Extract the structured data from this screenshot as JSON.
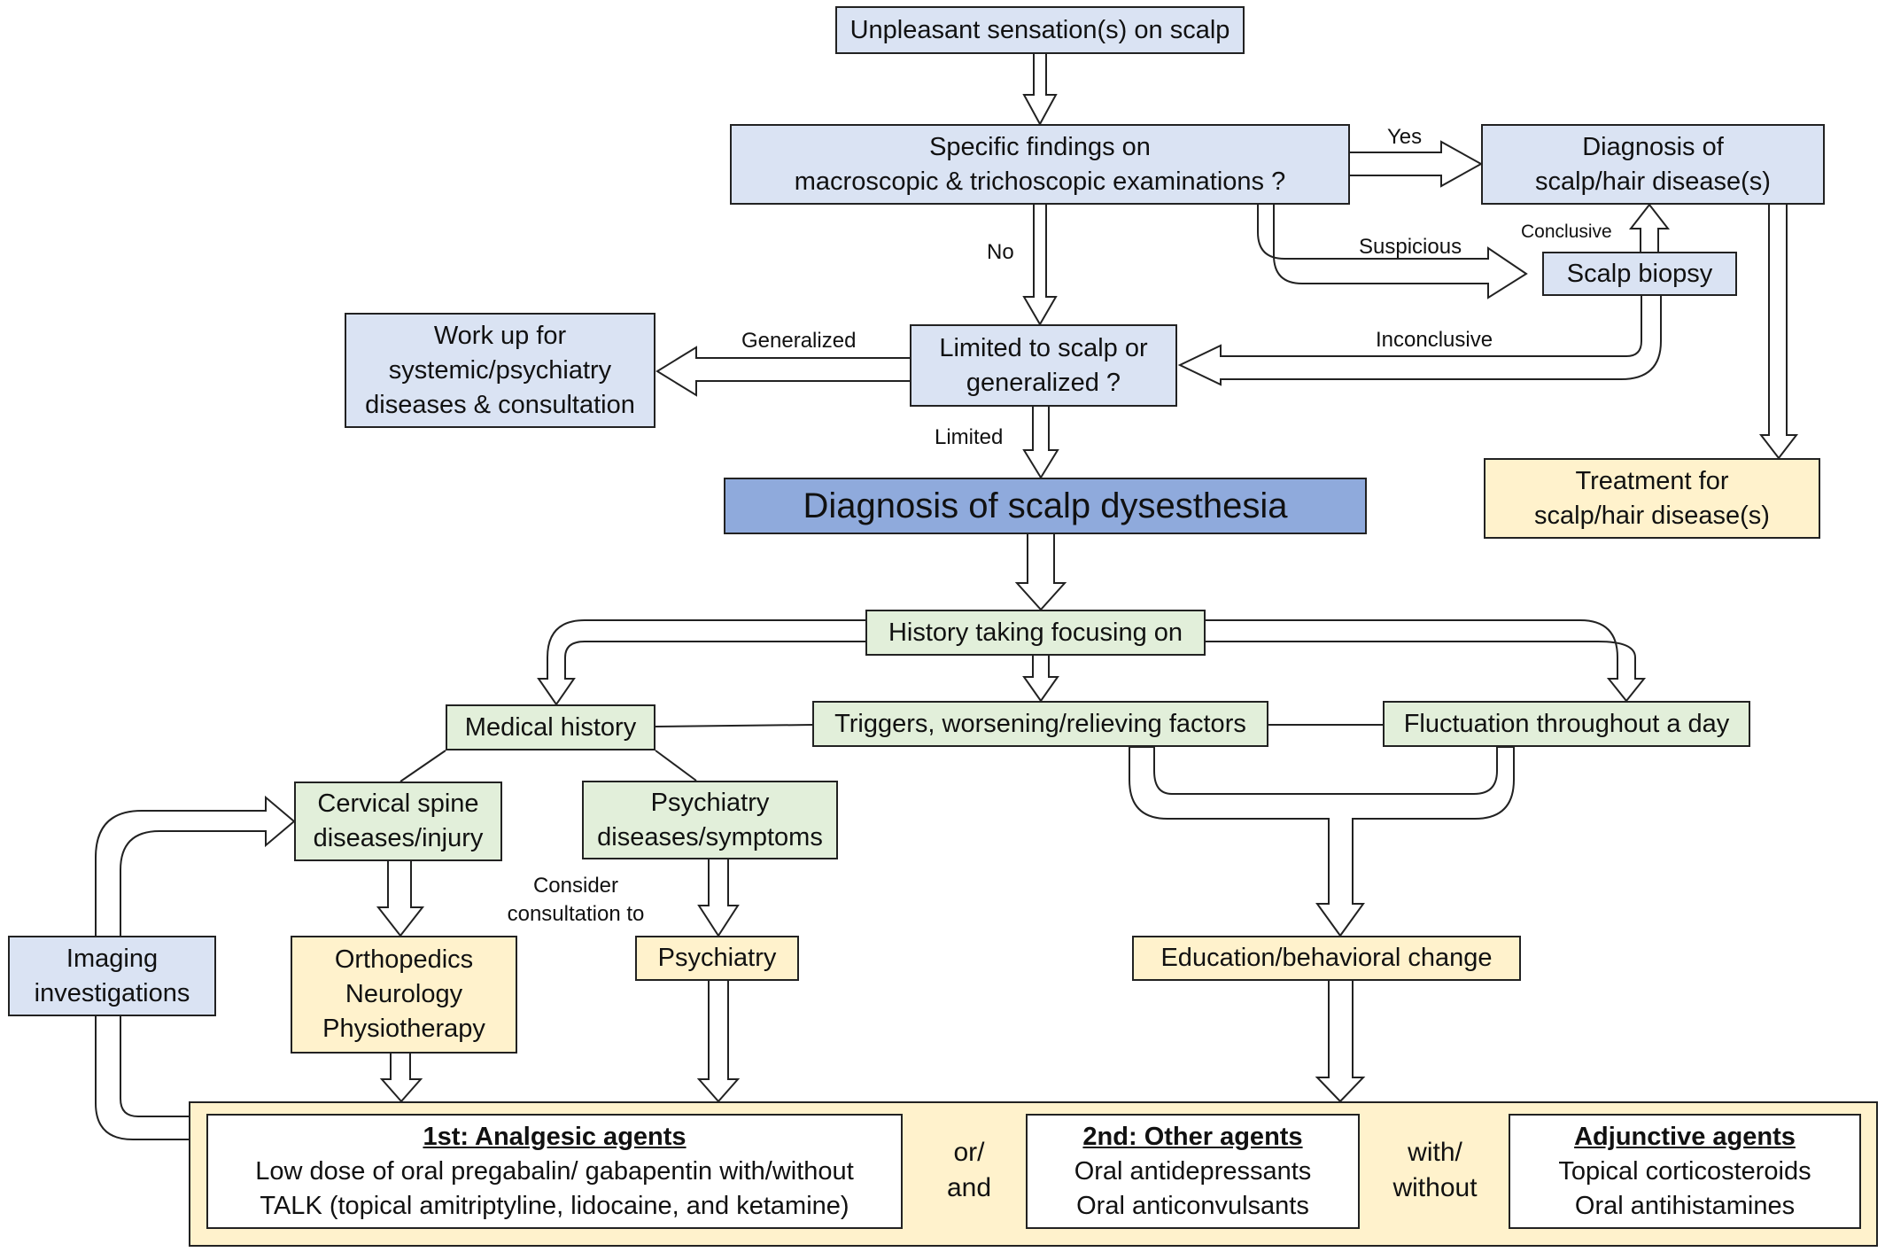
{
  "colors": {
    "blue_box": "#dae3f3",
    "dark_blue_box": "#8faadc",
    "green_box": "#e2efda",
    "yellow_box": "#fff2cc",
    "border": "#222222"
  },
  "nodes": {
    "unpleasant": [
      "Unpleasant sensation(s) on scalp"
    ],
    "specific_findings": [
      "Specific findings on",
      "macroscopic & trichoscopic examinations ?"
    ],
    "diagnosis_hair": [
      "Diagnosis of",
      "scalp/hair disease(s)"
    ],
    "scalp_biopsy": [
      "Scalp biopsy"
    ],
    "limited_generalized": [
      "Limited to scalp or",
      "generalized ?"
    ],
    "work_up": [
      "Work up for",
      "systemic/psychiatry",
      "diseases & consultation"
    ],
    "treatment_hair": [
      "Treatment for",
      "scalp/hair disease(s)"
    ],
    "diagnosis_dysesthesia": [
      "Diagnosis of scalp dysesthesia"
    ],
    "history_taking": [
      "History taking focusing on"
    ],
    "medical_history": [
      "Medical history"
    ],
    "triggers": [
      "Triggers, worsening/relieving factors"
    ],
    "fluctuation": [
      "Fluctuation throughout a day"
    ],
    "cervical_spine": [
      "Cervical spine",
      "diseases/injury"
    ],
    "psychiatry_diseases": [
      "Psychiatry",
      "diseases/symptoms"
    ],
    "imaging": [
      "Imaging",
      "investigations"
    ],
    "ortho_neuro_physio": [
      "Orthopedics",
      "Neurology",
      "Physiotherapy"
    ],
    "psychiatry": [
      "Psychiatry"
    ],
    "education": [
      "Education/behavioral change"
    ]
  },
  "edge_labels": {
    "yes": "Yes",
    "no": "No",
    "suspicious": "Suspicious",
    "conclusive": "Conclusive",
    "inconclusive": "Inconclusive",
    "generalized": "Generalized",
    "limited": "Limited",
    "consider": [
      "Consider",
      "consultation to"
    ]
  },
  "treatment": {
    "first": {
      "title": "1st: Analgesic agents",
      "lines": [
        "Low dose of oral pregabalin/ gabapentin with/without",
        "TALK (topical amitriptyline, lidocaine, and ketamine)"
      ]
    },
    "connector1": [
      "or/",
      "and"
    ],
    "second": {
      "title": "2nd: Other agents",
      "lines": [
        "Oral antidepressants",
        "Oral anticonvulsants"
      ]
    },
    "connector2": [
      "with/",
      "without"
    ],
    "adjunctive": {
      "title": "Adjunctive agents",
      "lines": [
        "Topical corticosteroids",
        "Oral antihistamines"
      ]
    }
  }
}
